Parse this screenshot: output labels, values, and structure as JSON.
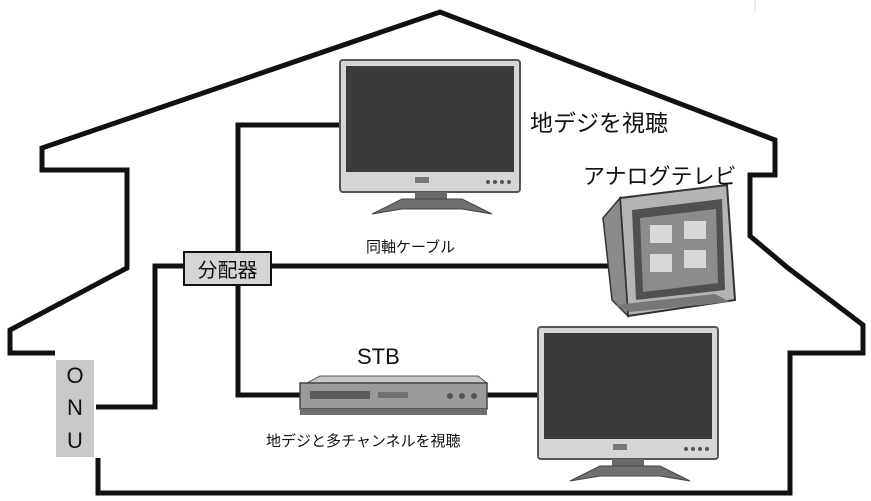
{
  "labels": {
    "watch_digital": "地デジを視聴",
    "analog_tv": "アナログテレビ",
    "coax_cable": "同軸ケーブル",
    "splitter": "分配器",
    "stb": "STB",
    "multichannel": "地デジと多チャンネルを視聴",
    "onu": [
      "O",
      "N",
      "U"
    ]
  },
  "colors": {
    "line": "#111111",
    "device_gray": "#c9c9c9",
    "screen_dark": "#3a3a3a"
  }
}
